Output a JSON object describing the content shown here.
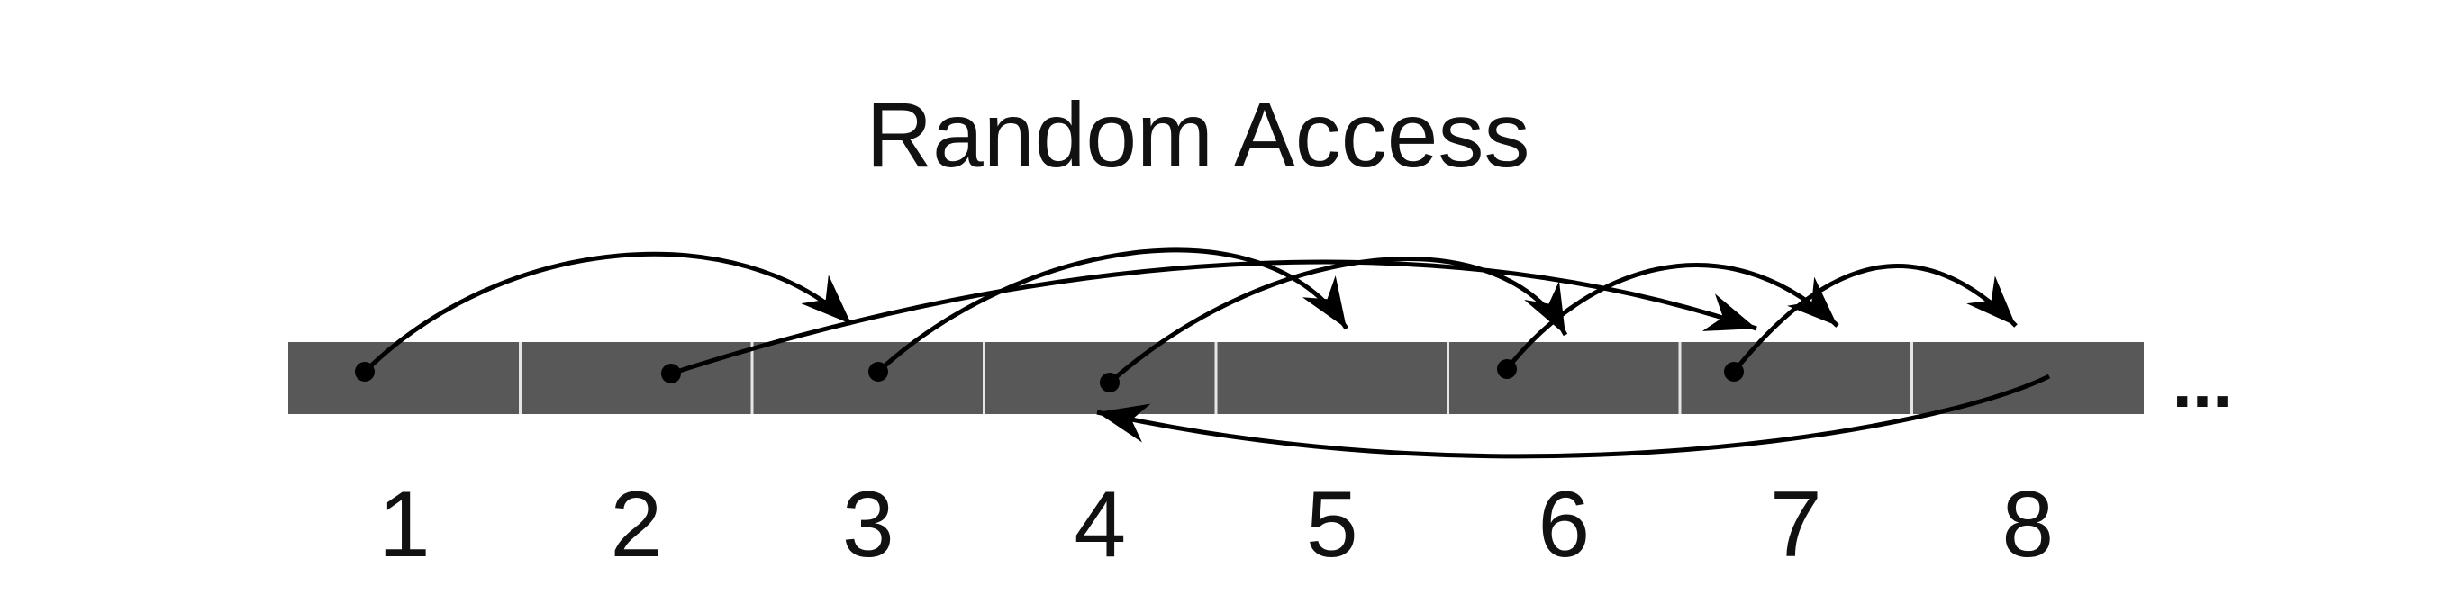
{
  "title": "Random Access",
  "cells": [
    "1",
    "2",
    "3",
    "4",
    "5",
    "6",
    "7",
    "8"
  ],
  "continuation": "...",
  "colors": {
    "cell_fill": "#585858",
    "cell_divider": "#e6e6e6",
    "arrow": "#000000",
    "text": "#111111"
  },
  "jumps": [
    {
      "from": 1,
      "to": 3
    },
    {
      "from": 2,
      "to": 7
    },
    {
      "from": 3,
      "to": 5
    },
    {
      "from": 4,
      "to": 6
    },
    {
      "from": 6,
      "to": 7
    },
    {
      "from": 7,
      "to": 8
    },
    {
      "from": 8,
      "to": 4
    }
  ]
}
